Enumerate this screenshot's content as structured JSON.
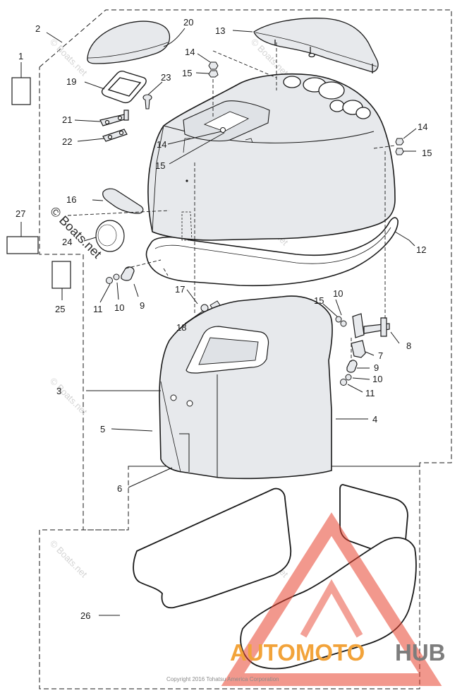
{
  "callouts": {
    "c1": "1",
    "c2": "2",
    "c3": "3",
    "c4": "4",
    "c5": "5",
    "c6": "6",
    "c7": "7",
    "c8": "8",
    "c9a": "9",
    "c9b": "9",
    "c10a": "10",
    "c10b": "10",
    "c10c": "10",
    "c11a": "11",
    "c11b": "11",
    "c12": "12",
    "c13": "13",
    "c14a": "14",
    "c14b": "14",
    "c14c": "14",
    "c15a": "15",
    "c15b": "15",
    "c15c": "15",
    "c15d": "15",
    "c16": "16",
    "c17": "17",
    "c18": "18",
    "c19": "19",
    "c20": "20",
    "c21": "21",
    "c22": "22",
    "c23": "23",
    "c24": "24",
    "c25": "25",
    "c26": "26",
    "c27": "27"
  },
  "watermark": {
    "small": "© Boats.net",
    "large": "© Boats.net"
  },
  "copyright": "Copyright 2016 Tohatsu America Corporation",
  "logo": {
    "part1": "AUTOMOTO",
    "part2": "HUB"
  },
  "colors": {
    "line": "#1a1a1a",
    "part_fill": "#e7e9ec",
    "logo_triangle": "#e8432f",
    "logo_orange": "#f2a33a",
    "logo_gray": "#7d7d7d"
  }
}
